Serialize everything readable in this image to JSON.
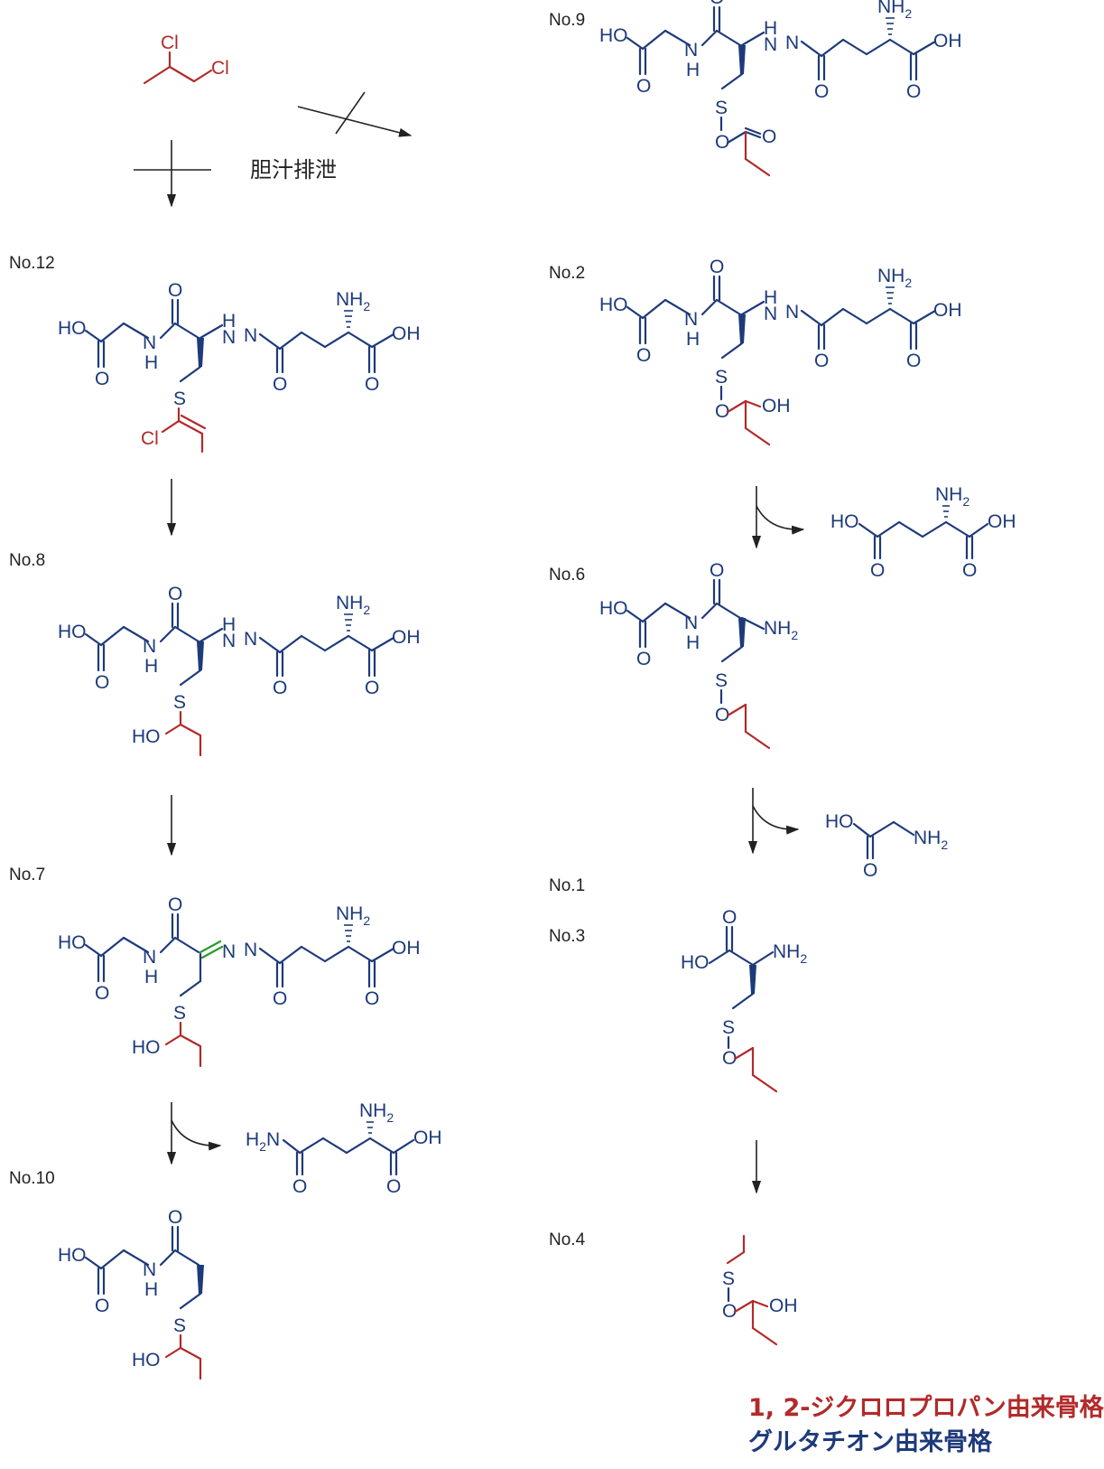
{
  "reactant": {
    "cl_label": "Cl"
  },
  "biliary_excretion_label": "胆汁排泄",
  "compounds": [
    {
      "id": "No.9"
    },
    {
      "id": "No.12"
    },
    {
      "id": "No.2"
    },
    {
      "id": "No.8"
    },
    {
      "id": "No.6"
    },
    {
      "id": "No.7"
    },
    {
      "id": "No.1"
    },
    {
      "id": "No.3"
    },
    {
      "id": "No.10"
    },
    {
      "id": "No.4"
    }
  ],
  "legend": {
    "dichloropropane": "1, 2-ジクロロプロパン由来骨格",
    "glutathione": "グルタチオン由来骨格"
  },
  "colors": {
    "glutathione_skeleton": "#1d3a7a",
    "dichloropropane_skeleton": "#b22a2a",
    "imine_bond": "#2f9a2f"
  }
}
